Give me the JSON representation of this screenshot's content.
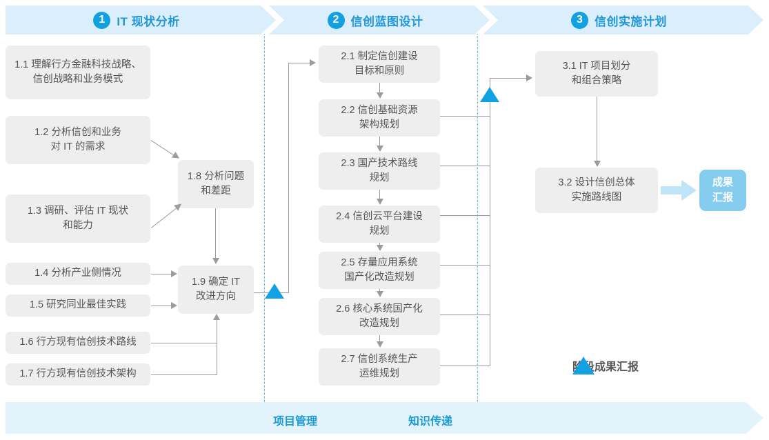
{
  "phases": [
    {
      "num": "1",
      "title": "IT 现状分析"
    },
    {
      "num": "2",
      "title": "信创蓝图设计"
    },
    {
      "num": "3",
      "title": "信创实施计划"
    }
  ],
  "phase1_tasks": [
    {
      "id": "1.1",
      "label": "1.1 理解行方金融科技战略、\n信创战略和业务模式"
    },
    {
      "id": "1.2",
      "label": "1.2 分析信创和业务\n对 IT 的需求"
    },
    {
      "id": "1.3",
      "label": "1.3 调研、评估 IT 现状\n和能力"
    },
    {
      "id": "1.4",
      "label": "1.4 分析产业侧情况"
    },
    {
      "id": "1.5",
      "label": "1.5 研究同业最佳实践"
    },
    {
      "id": "1.6",
      "label": "1.6 行方现有信创技术路线"
    },
    {
      "id": "1.7",
      "label": "1.7 行方现有信创技术架构"
    },
    {
      "id": "1.8",
      "label": "1.8 分析问题\n和差距"
    },
    {
      "id": "1.9",
      "label": "1.9 确定 IT\n改进方向"
    }
  ],
  "phase2_tasks": [
    {
      "id": "2.1",
      "label": "2.1 制定信创建设\n目标和原则"
    },
    {
      "id": "2.2",
      "label": "2.2 信创基础资源\n架构规划"
    },
    {
      "id": "2.3",
      "label": "2.3 国产技术路线\n规划"
    },
    {
      "id": "2.4",
      "label": "2.4 信创云平台建设\n规划"
    },
    {
      "id": "2.5",
      "label": "2.5 存量应用系统\n国产化改造规划"
    },
    {
      "id": "2.6",
      "label": "2.6 核心系统国产化\n改造规划"
    },
    {
      "id": "2.7",
      "label": "2.7 信创系统生产\n运维规划"
    }
  ],
  "phase3_tasks": [
    {
      "id": "3.1",
      "label": "3.1 IT 项目划分\n和组合策略"
    },
    {
      "id": "3.2",
      "label": "3.2 设计信创总体\n实施路线图"
    }
  ],
  "result": {
    "label": "成果\n汇报"
  },
  "legend": {
    "label": "阶段成果汇报"
  },
  "footer": {
    "items": [
      "项目管理",
      "知识传递"
    ]
  },
  "colors": {
    "band": "#daeffb",
    "footer_band": "#e3f3fc",
    "accent": "#2196d9",
    "circle": "#13a0e0",
    "milestone": "#12a2e3",
    "box": "#eeeeee",
    "box_text": "#555555",
    "result_box": "#85cdee",
    "connector": "#9b9b9b",
    "divider": "#4cb8e8"
  }
}
